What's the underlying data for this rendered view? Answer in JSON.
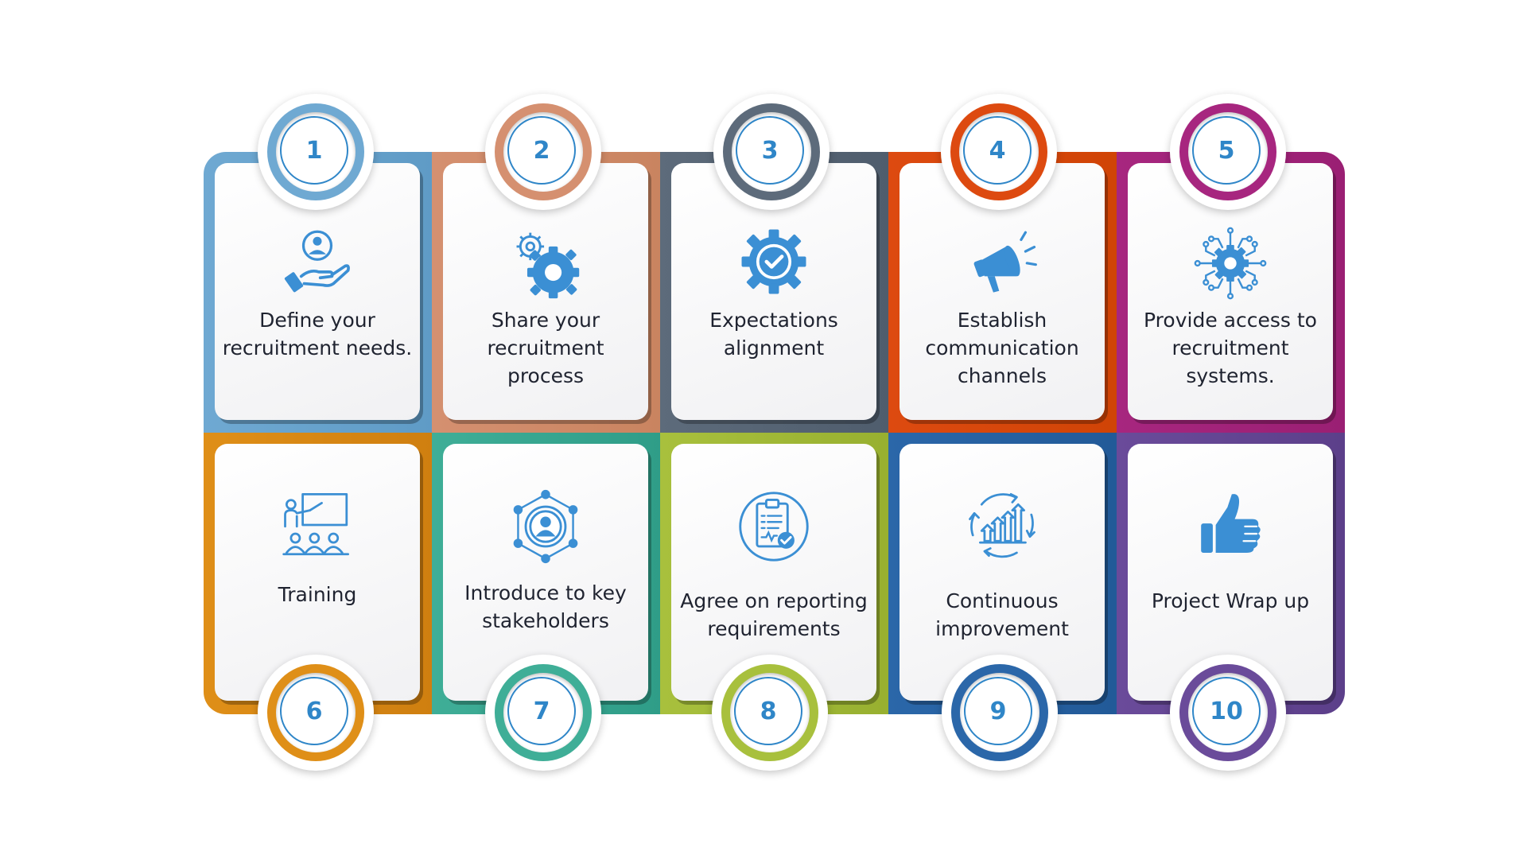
{
  "colors": {
    "icon_blue": "#3b8fd4",
    "text": "#1f2330",
    "steps": [
      "#6fa9d2",
      "#d59070",
      "#5d6b7b",
      "#dd4a10",
      "#a7267f",
      "#df8f18",
      "#3fae97",
      "#a8c03d",
      "#2b67a9",
      "#6a4b9a"
    ]
  },
  "steps": [
    {
      "number": "1",
      "label": "Define your recruitment needs.",
      "icon": "hand-user-icon"
    },
    {
      "number": "2",
      "label": "Share your recruitment process",
      "icon": "gears-icon"
    },
    {
      "number": "3",
      "label": "Expectations alignment",
      "icon": "gear-check-icon"
    },
    {
      "number": "4",
      "label": "Establish communication channels",
      "icon": "megaphone-icon"
    },
    {
      "number": "5",
      "label": "Provide access to recruitment systems.",
      "icon": "gear-network-icon"
    },
    {
      "number": "6",
      "label": "Training",
      "icon": "presentation-icon"
    },
    {
      "number": "7",
      "label": "Introduce to key stakeholders",
      "icon": "user-network-icon"
    },
    {
      "number": "8",
      "label": "Agree on reporting requirements",
      "icon": "clipboard-check-icon"
    },
    {
      "number": "9",
      "label": "Continuous improvement",
      "icon": "growth-cycle-icon"
    },
    {
      "number": "10",
      "label": "Project Wrap up",
      "icon": "thumbs-up-icon"
    }
  ]
}
